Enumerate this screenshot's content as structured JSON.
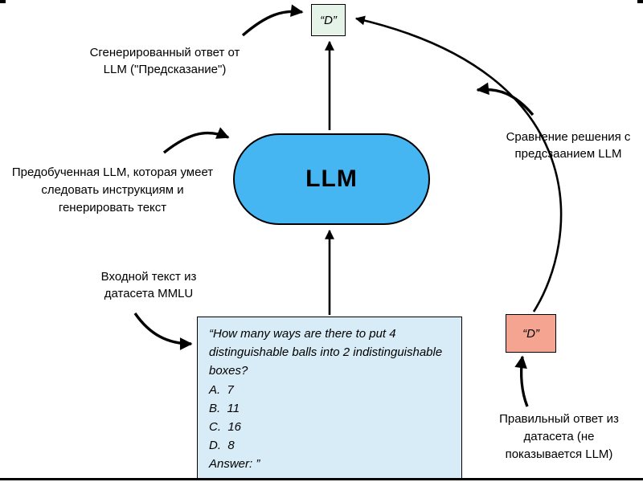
{
  "colors": {
    "llm_fill": "#45b6f2",
    "prediction_box_fill": "#e6f3e8",
    "answer_box_fill": "#f6a492",
    "question_box_fill": "#d8ecf7",
    "arrow_color": "#000000"
  },
  "diagram": {
    "prediction_text": "“D”",
    "answer_text": "“D”",
    "llm_label": "LLM",
    "generated_label": "Сгенерированный ответ от\nLLM (\"Предсказание\")",
    "pretrained_label": "Предобученная LLM, которая умеет\nследовать инструкциям и\nгенерировать текст",
    "input_label": "Входной текст из\nдатасета MMLU",
    "question_text": "“How many ways are there to put 4\ndistinguishable balls into 2 indistinguishable\nboxes?\nA.  7\nB.  11\nC.  16\nD.  8\nAnswer: ”",
    "comparison_label": "Сравнение решения с\nпредсзаанием LLM",
    "correct_answer_label": "Правильный ответ из\nдатасета (не\nпоказывается LLM)"
  }
}
